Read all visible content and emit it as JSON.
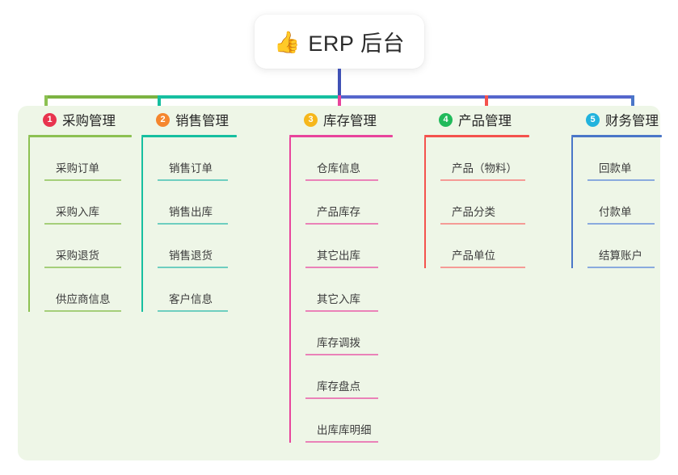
{
  "root": {
    "icon": "thumbs-up-icon",
    "emoji": "👍",
    "title": "ERP 后台"
  },
  "panel": {
    "background_color": "#eef6e7"
  },
  "connectors": {
    "stem_color": "#3f51b5",
    "bar_left_color": "#7cb342",
    "bar_mid_color": "#16bfa0",
    "bar_right_color": "#5566cc"
  },
  "columns": [
    {
      "number": "1",
      "title": "采购管理",
      "badge_color": "#e8344e",
      "line_color": "#8cc152",
      "leaf_line_color": "#a5cf7a",
      "items": [
        {
          "label": "采购订单"
        },
        {
          "label": "采购入库"
        },
        {
          "label": "采购退货"
        },
        {
          "label": "供应商信息"
        }
      ]
    },
    {
      "number": "2",
      "title": "销售管理",
      "badge_color": "#f5862e",
      "line_color": "#16bfa0",
      "leaf_line_color": "#6ecec0",
      "items": [
        {
          "label": "销售订单"
        },
        {
          "label": "销售出库"
        },
        {
          "label": "销售退货"
        },
        {
          "label": "客户信息"
        }
      ]
    },
    {
      "number": "3",
      "title": "库存管理",
      "badge_color": "#f6b71c",
      "line_color": "#e8449c",
      "leaf_line_color": "#ea82b8",
      "items": [
        {
          "label": "仓库信息"
        },
        {
          "label": "产品库存"
        },
        {
          "label": "其它出库"
        },
        {
          "label": "其它入库"
        },
        {
          "label": "库存调拨"
        },
        {
          "label": "库存盘点"
        },
        {
          "label": "出库库明细"
        }
      ]
    },
    {
      "number": "4",
      "title": "产品管理",
      "badge_color": "#21ba5b",
      "line_color": "#f4524d",
      "leaf_line_color": "#f59b96",
      "items": [
        {
          "label": "产品（物料）"
        },
        {
          "label": "产品分类"
        },
        {
          "label": "产品单位"
        }
      ]
    },
    {
      "number": "5",
      "title": "财务管理",
      "badge_color": "#22b3dd",
      "line_color": "#4a76c8",
      "leaf_line_color": "#8aaade",
      "items": [
        {
          "label": "回款单"
        },
        {
          "label": "付款单"
        },
        {
          "label": "结算账户"
        }
      ]
    }
  ]
}
